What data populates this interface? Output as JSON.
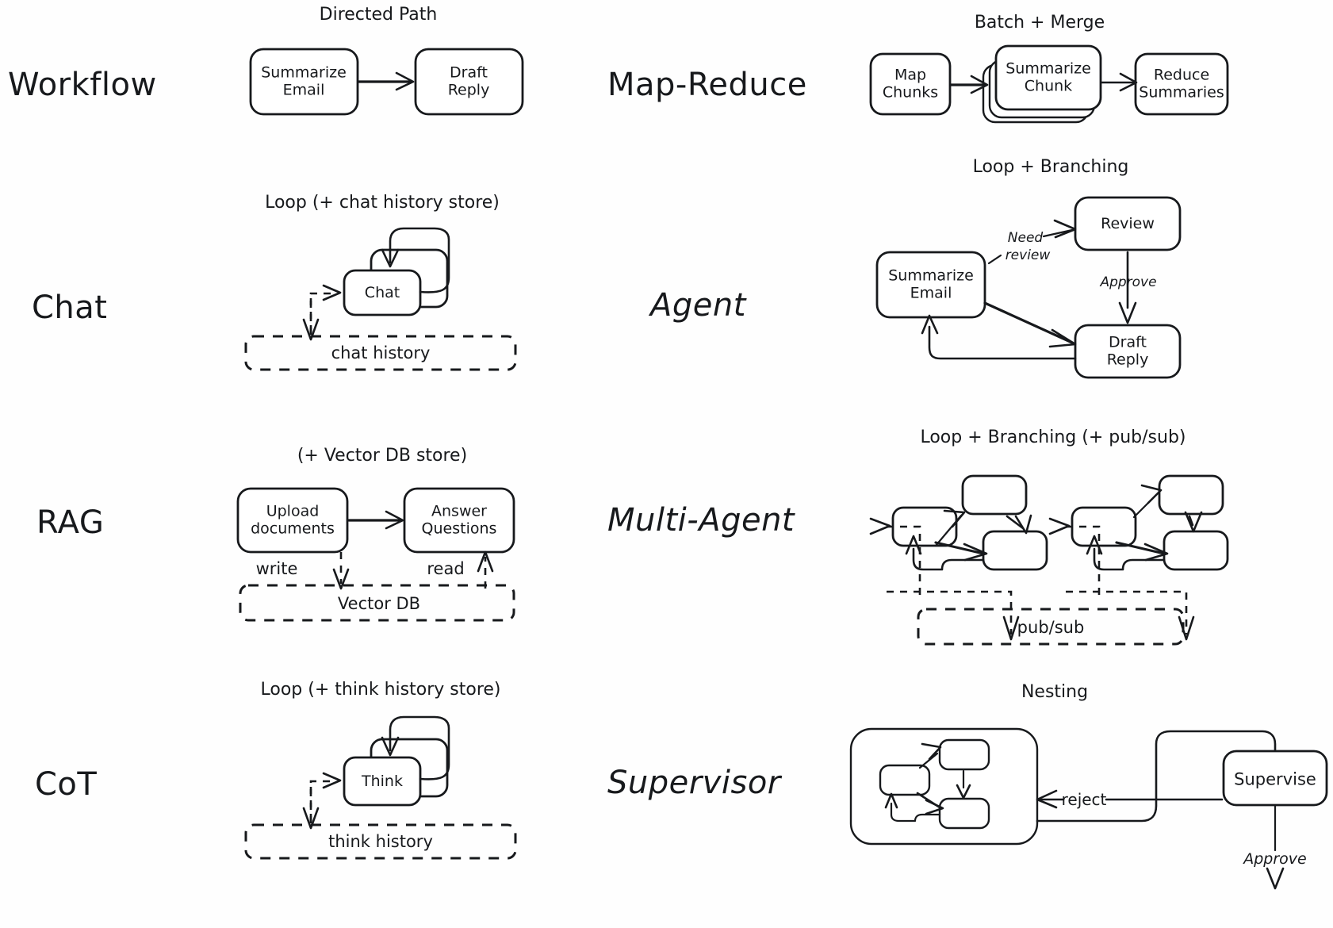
{
  "diagram": {
    "title_style": "hand-drawn whiteboard sketch",
    "rows": [
      {
        "label": "Workflow",
        "caption": "Directed Path",
        "nodes": [
          "Summarize\nEmail",
          "Draft\nReply"
        ],
        "edge_labels": []
      },
      {
        "label": "Map-Reduce",
        "caption": "Batch + Merge",
        "nodes": [
          "Map\nChunks",
          "Summarize\nChunk",
          "Reduce\nSummaries"
        ],
        "edge_labels": []
      },
      {
        "label": "Chat",
        "caption": "Loop (+ chat history store)",
        "nodes": [
          "Chat"
        ],
        "store": "chat history",
        "edge_labels": []
      },
      {
        "label": "Agent",
        "caption": "Loop + Branching",
        "nodes": [
          "Summarize\nEmail",
          "Review",
          "Draft\nReply"
        ],
        "edge_labels": [
          "Need\nreview",
          "Approve"
        ]
      },
      {
        "label": "RAG",
        "caption": "(+ Vector DB store)",
        "nodes": [
          "Upload\ndocuments",
          "Answer\nQuestions"
        ],
        "store": "Vector DB",
        "edge_labels": [
          "write",
          "read"
        ]
      },
      {
        "label": "Multi-Agent",
        "caption": "Loop + Branching (+ pub/sub)",
        "nodes": [],
        "store": "pub/sub",
        "edge_labels": []
      },
      {
        "label": "CoT",
        "caption": "Loop (+ think history store)",
        "nodes": [
          "Think"
        ],
        "store": "think history",
        "edge_labels": []
      },
      {
        "label": "Supervisor",
        "caption": "Nesting",
        "nodes": [
          "Supervise"
        ],
        "edge_labels": [
          "reject",
          "Approve"
        ]
      }
    ]
  },
  "labels": {
    "workflow": "Workflow",
    "map_reduce": "Map-Reduce",
    "chat": "Chat",
    "agent": "Agent",
    "rag": "RAG",
    "multi_agent": "Multi-Agent",
    "cot": "CoT",
    "supervisor": "Supervisor"
  },
  "captions": {
    "directed_path": "Directed Path",
    "batch_merge": "Batch + Merge",
    "loop_chat": "Loop (+ chat history store)",
    "loop_branching": "Loop + Branching",
    "vector_db_store": "(+ Vector DB store)",
    "loop_branching_pubsub": "Loop + Branching (+ pub/sub)",
    "loop_think": "Loop (+ think history store)",
    "nesting": "Nesting"
  },
  "nodes": {
    "summarize_email": "Summarize\nEmail",
    "draft_reply": "Draft\nReply",
    "map_chunks": "Map\nChunks",
    "summarize_chunk": "Summarize\nChunk",
    "reduce_summaries": "Reduce\nSummaries",
    "chat": "Chat",
    "review": "Review",
    "agent_summarize_email": "Summarize\nEmail",
    "agent_draft_reply": "Draft\nReply",
    "upload_documents": "Upload\ndocuments",
    "answer_questions": "Answer\nQuestions",
    "think": "Think",
    "supervise": "Supervise"
  },
  "stores": {
    "chat_history": "chat history",
    "vector_db": "Vector DB",
    "pub_sub": "pub/sub",
    "think_history": "think history"
  },
  "edge_labels": {
    "need_review_line1": "Need",
    "need_review_line2": "review",
    "approve_agent": "Approve",
    "write": "write",
    "read": "read",
    "reject": "reject",
    "approve_supervisor": "Approve"
  },
  "colors": {
    "ink": "#17191c",
    "paper": "#fefefe",
    "node_fill": "#ffffff"
  }
}
